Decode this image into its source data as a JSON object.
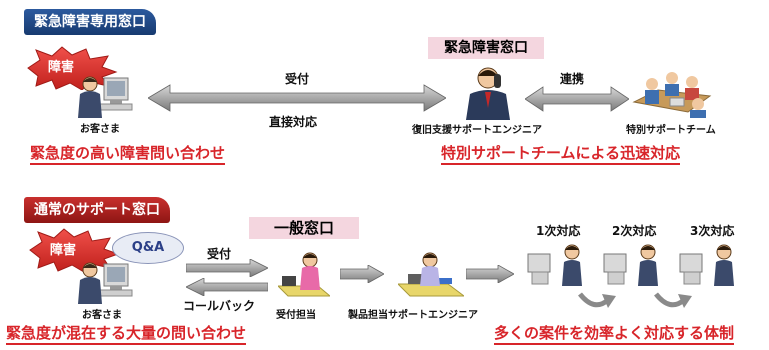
{
  "top": {
    "header": "緊急障害専用窓口",
    "window_label": "緊急障害窓口",
    "burst_label": "障害",
    "customer_label": "お客さま",
    "arrow_top_label": "受付",
    "arrow_bottom_label": "直接対応",
    "engineer_label": "復旧支援サポートエンジニア",
    "link_label": "連携",
    "team_label": "特別サポートチーム",
    "left_caption": "緊急度の高い障害問い合わせ",
    "right_caption": "特別サポートチームによる迅速対応"
  },
  "bottom": {
    "header": "通常のサポート窓口",
    "window_label": "一般窓口",
    "burst_label": "障害",
    "bubble_label": "Q&A",
    "customer_label": "お客さま",
    "arrow_top_label": "受付",
    "arrow_bottom_label": "コールバック",
    "reception_label": "受付担当",
    "product_engineer_label": "製品担当サポートエンジニア",
    "tier_labels": [
      "1次対応",
      "2次対応",
      "3次対応"
    ],
    "left_caption": "緊急度が混在する大量の問い合わせ",
    "right_caption": "多くの案件を効率よく対応する体制"
  },
  "colors": {
    "header_blue": "#1f4a88",
    "header_red": "#a81f1d",
    "accent_red": "#d8252a",
    "window_pink": "#f4d6df",
    "arrow_gray": "#8a8a8a"
  }
}
